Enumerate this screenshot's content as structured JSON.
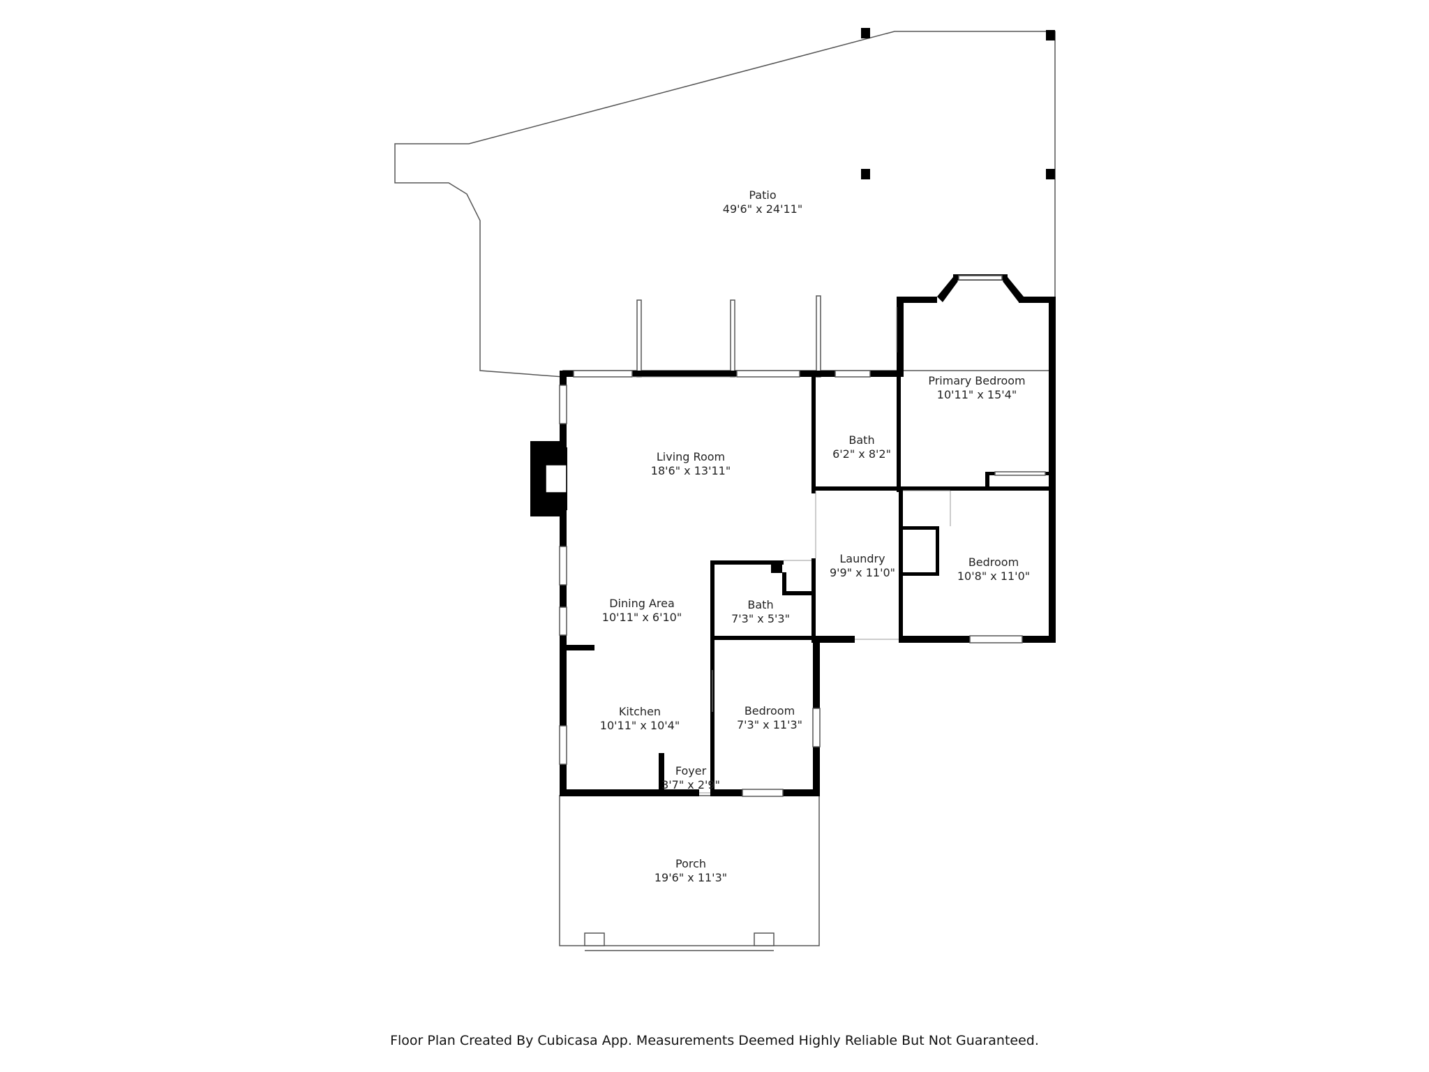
{
  "rooms": {
    "patio": {
      "name": "Patio",
      "dims": "49'6\" x 24'11\""
    },
    "living_room": {
      "name": "Living Room",
      "dims": "18'6\" x 13'11\""
    },
    "bath_upper": {
      "name": "Bath",
      "dims": "6'2\" x 8'2\""
    },
    "primary_bedroom": {
      "name": "Primary Bedroom",
      "dims": "10'11\" x 15'4\""
    },
    "laundry": {
      "name": "Laundry",
      "dims": "9'9\" x 11'0\""
    },
    "bedroom_right": {
      "name": "Bedroom",
      "dims": "10'8\" x 11'0\""
    },
    "dining_area": {
      "name": "Dining Area",
      "dims": "10'11\" x 6'10\""
    },
    "bath_lower": {
      "name": "Bath",
      "dims": "7'3\" x 5'3\""
    },
    "kitchen": {
      "name": "Kitchen",
      "dims": "10'11\" x 10'4\""
    },
    "bedroom_small": {
      "name": "Bedroom",
      "dims": "7'3\" x 11'3\""
    },
    "foyer": {
      "name": "Foyer",
      "dims": "3'7\" x 2'9\""
    },
    "porch": {
      "name": "Porch",
      "dims": "19'6\" x 11'3\""
    }
  },
  "footer": "Floor Plan Created By Cubicasa App. Measurements Deemed Highly Reliable But Not Guaranteed.",
  "colors": {
    "wall": "#000000",
    "outline": "#555555",
    "window": "#888888",
    "text": "#222222"
  }
}
